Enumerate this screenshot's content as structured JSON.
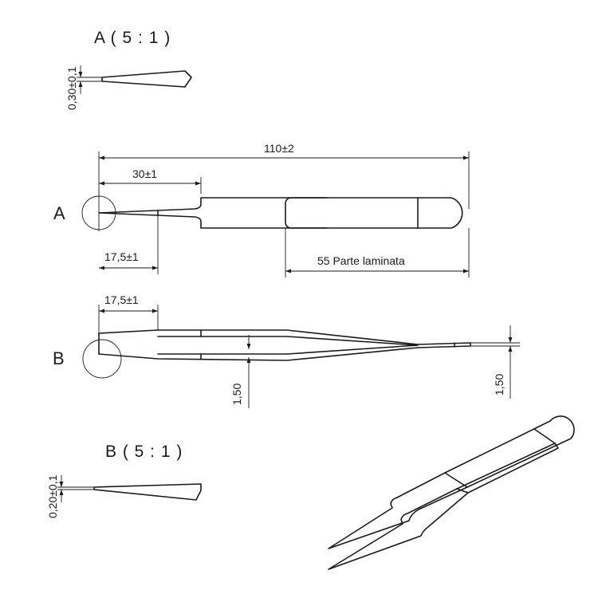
{
  "detail_a_title": "A ( 5 : 1 )",
  "detail_a_thickness": "0,30±0,1",
  "overall_length": "110±2",
  "tip_length_top": "30±1",
  "view_a_label": "A",
  "tip_length_a": "17,5±1",
  "laminated_part": "55 Parte laminata",
  "tip_length_b": "17,5±1",
  "view_b_label": "B",
  "thickness_b_left": "1,50",
  "thickness_b_right": "1,50",
  "detail_b_title": "B ( 5 : 1 )",
  "detail_b_thickness": "0,20±0,1"
}
